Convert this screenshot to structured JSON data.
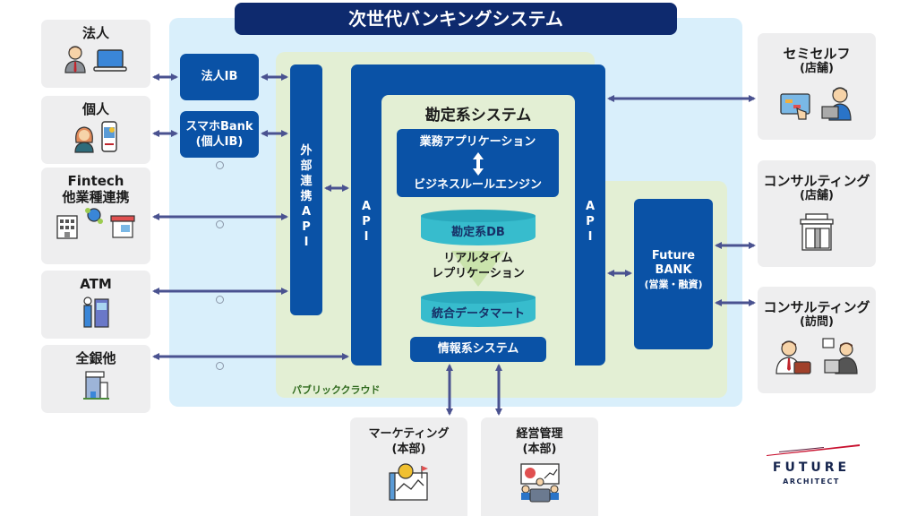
{
  "title": "次世代バンキングシステム",
  "left_channels": [
    {
      "title": "法人",
      "sub": "",
      "icons": [
        "businessman-icon",
        "laptop-icon"
      ]
    },
    {
      "title": "個人",
      "sub": "",
      "icons": [
        "woman-icon",
        "smartphone-icon"
      ]
    },
    {
      "title": "Fintech",
      "sub": "他業種連携",
      "icons": [
        "office-building-icon",
        "network-globe-icon",
        "shop-icon"
      ]
    },
    {
      "title": "ATM",
      "sub": "",
      "icons": [
        "atm-user-icon"
      ]
    },
    {
      "title": "全銀他",
      "sub": "",
      "icons": [
        "bank-building-icon"
      ]
    }
  ],
  "right_channels": [
    {
      "title": "セミセルフ",
      "sub": "(店舗)",
      "icons": [
        "tablet-touch-icon",
        "staff-laptop-icon"
      ]
    },
    {
      "title": "コンサルティング",
      "sub": "(店舗)",
      "icons": [
        "storefront-icon"
      ]
    },
    {
      "title": "コンサルティング",
      "sub": "(訪問)",
      "icons": [
        "salesman-briefcase-icon",
        "consultant-laptop-icon"
      ]
    }
  ],
  "bottom_channels": [
    {
      "title": "マーケティング",
      "sub": "(本部)",
      "icons": [
        "marketing-map-icon"
      ]
    },
    {
      "title": "経営管理",
      "sub": "(本部)",
      "icons": [
        "management-meeting-icon"
      ]
    }
  ],
  "system": {
    "houjin_ib": "法人IB",
    "smaho_bank": [
      "スマホBank",
      "(個人IB)"
    ],
    "external_api": [
      "外",
      "部",
      "連",
      "携",
      "A",
      "P",
      "I"
    ],
    "api_vertical": [
      "A",
      "P",
      "I"
    ],
    "cloud_label": "パブリッククラウド",
    "core": {
      "title": "勘定系システム",
      "app_top": "業務アプリケーション",
      "app_bottom": "ビジネスルールエンジン",
      "db1": "勘定系DB",
      "replication": [
        "リアルタイム",
        "レプリケーション"
      ],
      "db2": "統合データマート"
    },
    "info_system": "情報系システム",
    "future_bank": [
      "Future",
      "BANK",
      "(営業・融資)"
    ]
  },
  "logo": {
    "line1": "FUTURE",
    "line2": "ARCHITECT"
  },
  "colors": {
    "navy": "#0e2a6e",
    "blue": "#0a52a6",
    "light_blue_bg": "#d9effb",
    "cloud_green": "#e3efd4",
    "db_teal": "#37bccd",
    "arrow": "#4a5290",
    "card_bg": "#eeeeef",
    "logo_red": "#c8102e"
  }
}
